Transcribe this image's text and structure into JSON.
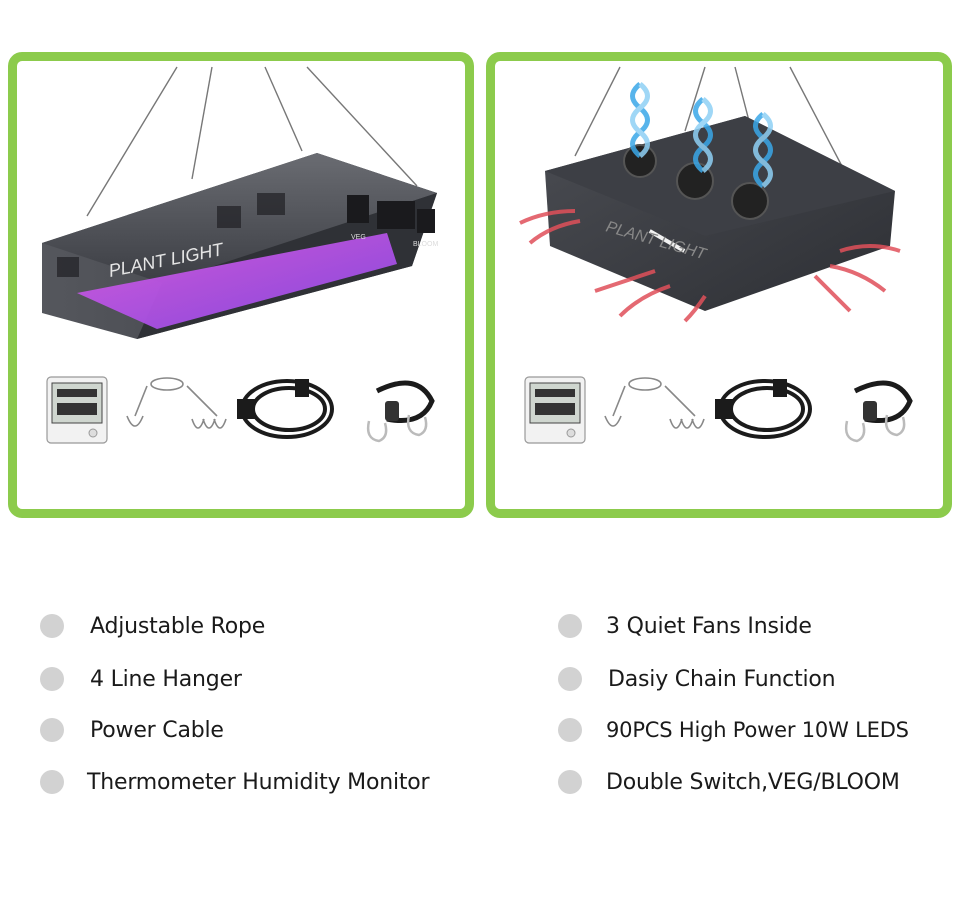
{
  "left_panel": {
    "device_label": "PLANT LIGHT",
    "switch_left_label": "VEG",
    "switch_right_label": "BLOOM"
  },
  "right_panel": {
    "device_label": "PLANT LIGHT"
  },
  "features": {
    "left": [
      "Adjustable Rope",
      "4 Line Hanger",
      "Power Cable",
      "Thermometer Humidity Monitor"
    ],
    "right": [
      "3 Quiet Fans Inside",
      "Dasiy Chain Function",
      "90PCS High Power 10W LEDS",
      "Double Switch,VEG/BLOOM"
    ]
  },
  "colors": {
    "frame_green": "#8ccb4c",
    "bullet_gray": "#d2d2d2",
    "device_gray": "#4a4c52",
    "led_pink": "#e04ad0",
    "led_purple": "#9b4be0",
    "heat_arrow_red": "#e0505a",
    "fan_air_blue": "#3aa7e8"
  }
}
